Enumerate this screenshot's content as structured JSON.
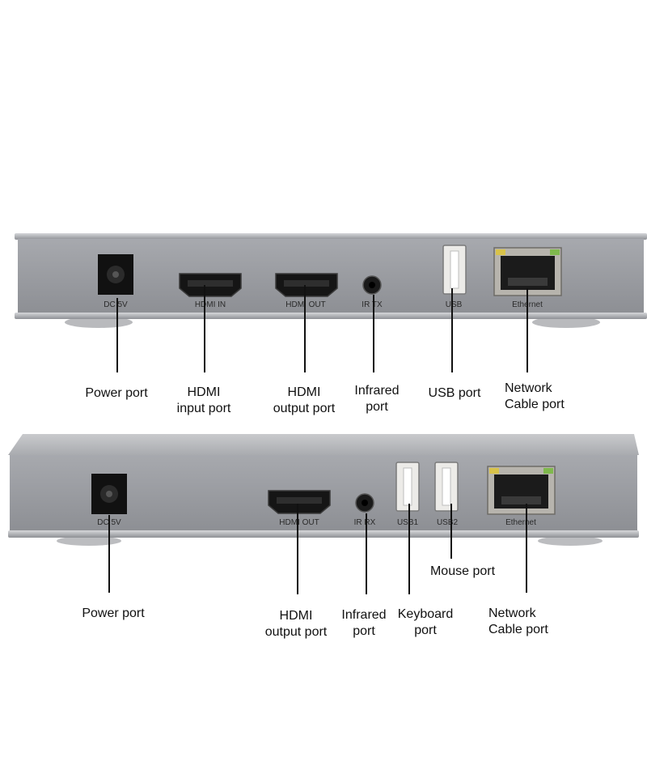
{
  "colors": {
    "background": "#ffffff",
    "chassis_face": "#9b9da2",
    "chassis_edge": "#c3c5c9",
    "chassis_dark": "#6e7075",
    "port_black": "#141414",
    "usb_white": "#f1f1ef",
    "rj45_metal": "#b5b2ab",
    "led_yellow": "#d8c24a",
    "led_green": "#7fb84d",
    "text": "#111111"
  },
  "units": [
    {
      "id": "transmitter",
      "panel_labels": {
        "dc": "DC 5V",
        "hdmi_in": "HDMI IN",
        "hdmi_out": "HDMI OUT",
        "ir": "IR TX",
        "usb": "USB",
        "ethernet": "Ethernet"
      },
      "callouts": [
        {
          "lines": [
            "Power port"
          ]
        },
        {
          "lines": [
            "HDMI",
            "input port"
          ]
        },
        {
          "lines": [
            "HDMI",
            "output port"
          ]
        },
        {
          "lines": [
            "Infrared",
            "port"
          ]
        },
        {
          "lines": [
            "USB port"
          ]
        },
        {
          "lines": [
            "Network",
            "Cable port"
          ]
        }
      ]
    },
    {
      "id": "receiver",
      "panel_labels": {
        "dc": "DC 5V",
        "hdmi_out": "HDMI OUT",
        "ir": "IR RX",
        "usb1": "USB1",
        "usb2": "USB2",
        "ethernet": "Ethernet"
      },
      "callouts": [
        {
          "lines": [
            "Power port"
          ]
        },
        {
          "lines": [
            "HDMI",
            "output port"
          ]
        },
        {
          "lines": [
            "Infrared",
            "port"
          ]
        },
        {
          "lines": [
            "Keyboard",
            "port"
          ]
        },
        {
          "lines": [
            "Mouse port"
          ]
        },
        {
          "lines": [
            "Network",
            "Cable port"
          ]
        }
      ]
    }
  ]
}
